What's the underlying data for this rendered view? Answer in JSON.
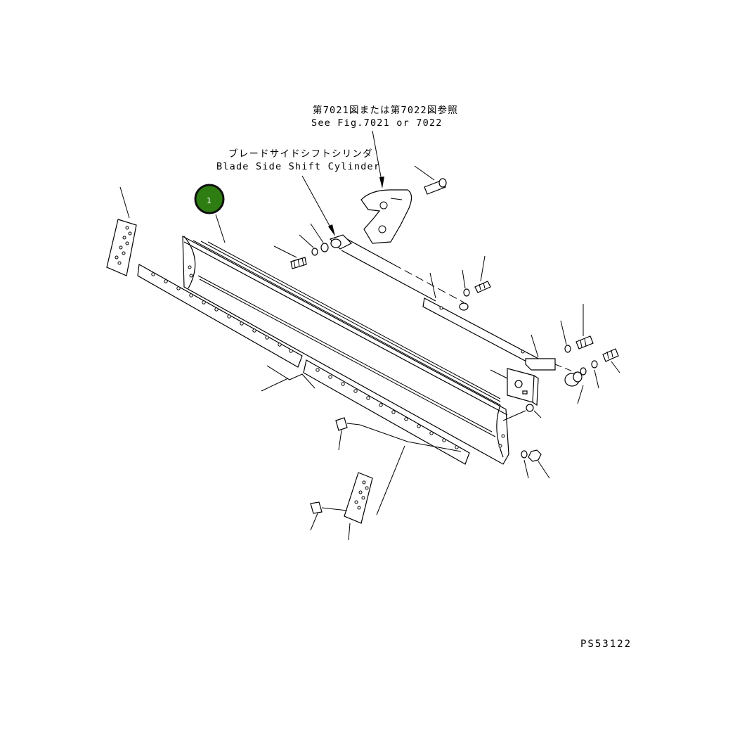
{
  "labels": {
    "ref_fig_ja": "第7021図または第7022図参照",
    "ref_fig_en": "See Fig.7021 or 7022",
    "cylinder_ja": "ブレードサイドシフトシリンダ",
    "cylinder_en": "Blade Side Shift Cylinder"
  },
  "callout": {
    "number": "1",
    "color": "#2e7d12",
    "ring": "#111111"
  },
  "drawing_code": "PS53122"
}
